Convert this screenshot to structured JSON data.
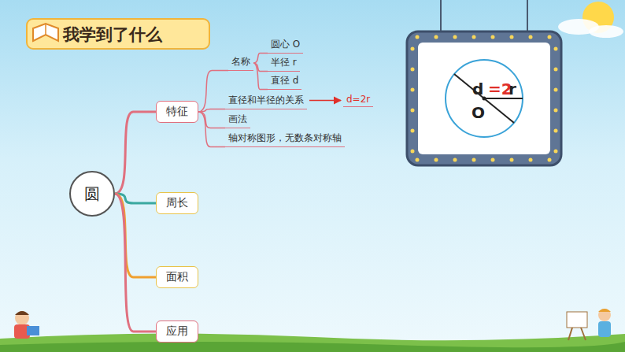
{
  "diagram": {
    "title": "我学到了什么",
    "nodes": [
      {
        "text": [
          "圆"
        ]
      },
      {
        "text": [
          "特征"
        ]
      },
      {
        "text": [
          "周长"
        ]
      },
      {
        "text": [
          "面积"
        ]
      },
      {
        "text": [
          "应用"
        ]
      },
      {
        "text": [
          "名称"
        ]
      },
      {
        "text": [
          "圆心 O"
        ]
      },
      {
        "text": [
          "半径 r"
        ]
      },
      {
        "text": [
          "直径 d"
        ]
      },
      {
        "text": [
          "直径和半径的关系"
        ]
      },
      {
        "text": [
          "d=2r"
        ]
      },
      {
        "text": [
          "画法"
        ]
      },
      {
        "text": [
          "轴对称图形，无数条对称轴"
        ]
      }
    ],
    "edges": [
      {
        "from": 0,
        "to": 1,
        "arrow": "none"
      },
      {
        "from": 0,
        "to": 2,
        "arrow": "none"
      },
      {
        "from": 0,
        "to": 3,
        "arrow": "none"
      },
      {
        "from": 0,
        "to": 4,
        "arrow": "none"
      },
      {
        "from": 1,
        "to": 5,
        "arrow": "none"
      },
      {
        "from": 1,
        "to": 9,
        "arrow": "none"
      },
      {
        "from": 1,
        "to": 11,
        "arrow": "none"
      },
      {
        "from": 1,
        "to": 12,
        "arrow": "none"
      },
      {
        "from": 5,
        "to": 6,
        "arrow": "none"
      },
      {
        "from": 5,
        "to": 7,
        "arrow": "none"
      },
      {
        "from": 5,
        "to": 8,
        "arrow": "none"
      },
      {
        "from": 9,
        "to": 10,
        "arrow": "to"
      }
    ],
    "labels": [
      "d",
      "=2",
      "r",
      "O"
    ]
  }
}
